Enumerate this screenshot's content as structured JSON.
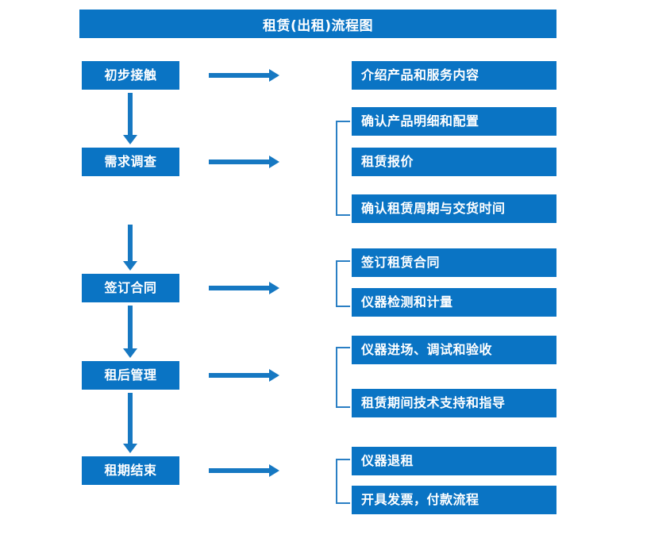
{
  "title": "租赁(出租)流程图",
  "colors": {
    "box_blue": "#0a74c4",
    "arrow_blue": "#1678c2",
    "bracket_blue": "#2a7fc4",
    "text_white": "#ffffff",
    "background": "#ffffff"
  },
  "stages": [
    {
      "label": "初步接触"
    },
    {
      "label": "需求调查"
    },
    {
      "label": "签订合同"
    },
    {
      "label": "租后管理"
    },
    {
      "label": "租期结束"
    }
  ],
  "details": [
    {
      "label": "介绍产品和服务内容"
    },
    {
      "label": "确认产品明细和配置"
    },
    {
      "label": "租赁报价"
    },
    {
      "label": "确认租赁周期与交货时间"
    },
    {
      "label": "签订租赁合同"
    },
    {
      "label": "仪器检测和计量"
    },
    {
      "label": "仪器进场、调试和验收"
    },
    {
      "label": "租赁期间技术支持和指导"
    },
    {
      "label": "仪器退租"
    },
    {
      "label": "开具发票，付款流程"
    }
  ],
  "groups": [
    {
      "stage": "需求调查",
      "details": [
        "确认产品明细和配置",
        "租赁报价",
        "确认租赁周期与交货时间"
      ]
    },
    {
      "stage": "签订合同",
      "details": [
        "签订租赁合同",
        "仪器检测和计量"
      ]
    },
    {
      "stage": "租后管理",
      "details": [
        "仪器进场、调试和验收",
        "租赁期间技术支持和指导"
      ]
    },
    {
      "stage": "租期结束",
      "details": [
        "仪器退租",
        "开具发票，付款流程"
      ]
    }
  ]
}
